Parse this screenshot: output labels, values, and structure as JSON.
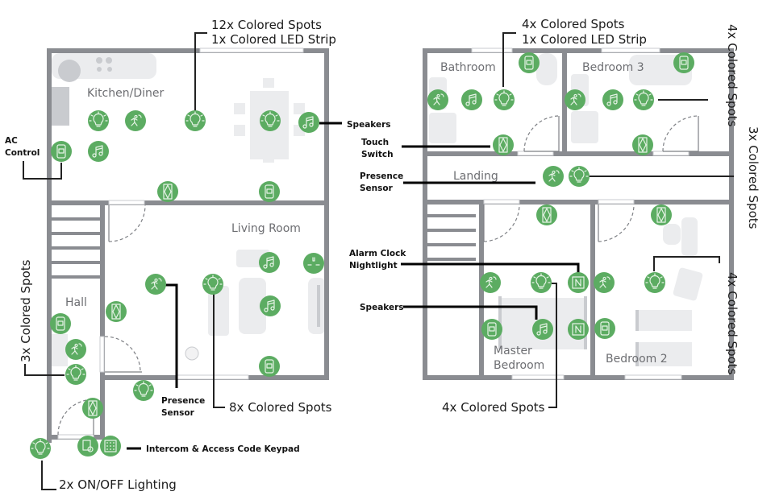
{
  "colors": {
    "device_green": "#5cac62",
    "wall_gray": "#8a8c91",
    "furniture_gray": "#ebecee"
  },
  "rooms": {
    "kitchen": "Kitchen/Diner",
    "living": "Living Room",
    "hall": "Hall",
    "bathroom": "Bathroom",
    "bedroom3": "Bedroom 3",
    "landing": "Landing",
    "master_line1": "Master",
    "master_line2": "Bedroom",
    "bedroom2": "Bedroom 2"
  },
  "callouts": {
    "kitchen_spots_1": "12x Colored Spots",
    "kitchen_spots_2": "1x Colored LED Strip",
    "ac_1": "AC",
    "ac_2": "Control",
    "kitchen_speakers": "Speakers",
    "living_spots": "8x Colored Spots",
    "living_presence_1": "Presence",
    "living_presence_2": "Sensor",
    "hall_spots": "3x Colored Spots",
    "intercom": "Intercom & Access Code Keypad",
    "onoff": "2x ON/OFF Lighting",
    "bath_spots_1": "4x Colored Spots",
    "bath_spots_2": "1x Colored LED Strip",
    "bed3_spots": "4x Colored Spots",
    "landing_spots": "3x Colored Spots",
    "touch_1": "Touch",
    "touch_2": "Switch",
    "landing_presence_1": "Presence",
    "landing_presence_2": "Sensor",
    "alarm_1": "Alarm Clock",
    "alarm_2": "Nightlight",
    "master_speakers": "Speakers",
    "master_spots": "4x Colored Spots",
    "bed2_spots": "4x Colored Spots"
  },
  "devices": [
    {
      "type": "light",
      "room": "Kitchen/Diner"
    },
    {
      "type": "presence",
      "room": "Kitchen/Diner"
    },
    {
      "type": "light",
      "room": "Kitchen/Diner"
    },
    {
      "type": "light",
      "room": "Kitchen/Diner"
    },
    {
      "type": "speaker",
      "room": "Kitchen/Diner"
    },
    {
      "type": "ac",
      "room": "Kitchen/Diner"
    },
    {
      "type": "speaker",
      "room": "Kitchen/Diner"
    },
    {
      "type": "touch-switch",
      "room": "Kitchen/Diner"
    },
    {
      "type": "ac",
      "room": "Kitchen/Diner"
    },
    {
      "type": "speaker",
      "room": "Living Room"
    },
    {
      "type": "socket",
      "room": "Living Room"
    },
    {
      "type": "presence",
      "room": "Living Room"
    },
    {
      "type": "light",
      "room": "Living Room"
    },
    {
      "type": "speaker",
      "room": "Living Room"
    },
    {
      "type": "ac",
      "room": "Living Room"
    },
    {
      "type": "touch-switch",
      "room": "Living Room"
    },
    {
      "type": "ac",
      "room": "Hall"
    },
    {
      "type": "presence",
      "room": "Hall"
    },
    {
      "type": "light",
      "room": "Hall"
    },
    {
      "type": "light",
      "room": "Hall"
    },
    {
      "type": "touch-switch",
      "room": "Hall"
    },
    {
      "type": "light",
      "room": "Outside"
    },
    {
      "type": "intercom",
      "room": "Outside"
    },
    {
      "type": "keypad",
      "room": "Outside"
    },
    {
      "type": "ac",
      "room": "Bathroom"
    },
    {
      "type": "presence",
      "room": "Bathroom"
    },
    {
      "type": "speaker",
      "room": "Bathroom"
    },
    {
      "type": "light",
      "room": "Bathroom"
    },
    {
      "type": "touch-switch",
      "room": "Bathroom"
    },
    {
      "type": "ac",
      "room": "Bedroom 3"
    },
    {
      "type": "presence",
      "room": "Bedroom 3"
    },
    {
      "type": "speaker",
      "room": "Bedroom 3"
    },
    {
      "type": "light",
      "room": "Bedroom 3"
    },
    {
      "type": "touch-switch",
      "room": "Bedroom 3"
    },
    {
      "type": "presence",
      "room": "Landing"
    },
    {
      "type": "light",
      "room": "Landing"
    },
    {
      "type": "touch-switch",
      "room": "Master Bedroom"
    },
    {
      "type": "presence",
      "room": "Master Bedroom"
    },
    {
      "type": "light",
      "room": "Master Bedroom"
    },
    {
      "type": "nightlight",
      "room": "Master Bedroom"
    },
    {
      "type": "ac",
      "room": "Master Bedroom"
    },
    {
      "type": "speaker",
      "room": "Master Bedroom"
    },
    {
      "type": "nightlight",
      "room": "Master Bedroom"
    },
    {
      "type": "touch-switch",
      "room": "Bedroom 2"
    },
    {
      "type": "presence",
      "room": "Bedroom 2"
    },
    {
      "type": "light",
      "room": "Bedroom 2"
    },
    {
      "type": "ac",
      "room": "Bedroom 2"
    }
  ]
}
